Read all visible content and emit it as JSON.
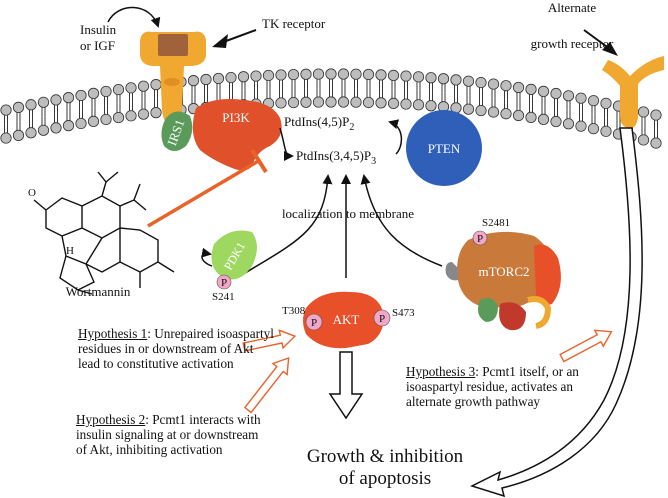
{
  "labels": {
    "insulin_line1": "Insulin",
    "insulin_line2": "or IGF",
    "tk_receptor": "TK receptor",
    "alt_receptor_line1": "Alternate",
    "alt_receptor_line2": "growth receptor",
    "irs1": "IRS1",
    "pi3k": "PI3K",
    "pip2_base": "PtdIns(4,5)P",
    "pip2_sub": "2",
    "pip3_base": "PtdIns(3,4,5)P",
    "pip3_sub": "3",
    "pten": "PTEN",
    "wortmannin": "Wortmannin",
    "localization": "localization to membrane",
    "pdk1": "PDK1",
    "s241": "S241",
    "p": "P",
    "t308": "T308",
    "s473": "S473",
    "akt": "AKT",
    "s2481": "S2481",
    "mtorc2": "mTORC2"
  },
  "hypotheses": [
    {
      "name": "Hypothesis 1",
      "text": ": Unrepaired isoaspartyl residues in or downstream of Akt lead to constitutive activation"
    },
    {
      "name": "Hypothesis 2",
      "text": ": Pcmt1 interacts with insulin signaling at or downstream of Akt, inhibiting activation"
    },
    {
      "name": "Hypothesis 3",
      "text": ": Pcmt1 itself, or an isoaspartyl residue, activates an alternate growth pathway"
    }
  ],
  "outcome": {
    "line1": "Growth & inhibition",
    "line2": "of apoptosis"
  },
  "colors": {
    "membrane_head": "#bdbdbd",
    "receptor_orange": "#f0a830",
    "irs1_green": "#5a9a5a",
    "pi3k_red": "#e0502a",
    "pten_blue": "#2f5fb8",
    "pdk1_green": "#9fd860",
    "akt_red": "#e8502a",
    "phospho_pink": "#f2a6c8",
    "mtorc2_brown": "#c97a3a",
    "inhibit_orange": "#e8622a"
  }
}
